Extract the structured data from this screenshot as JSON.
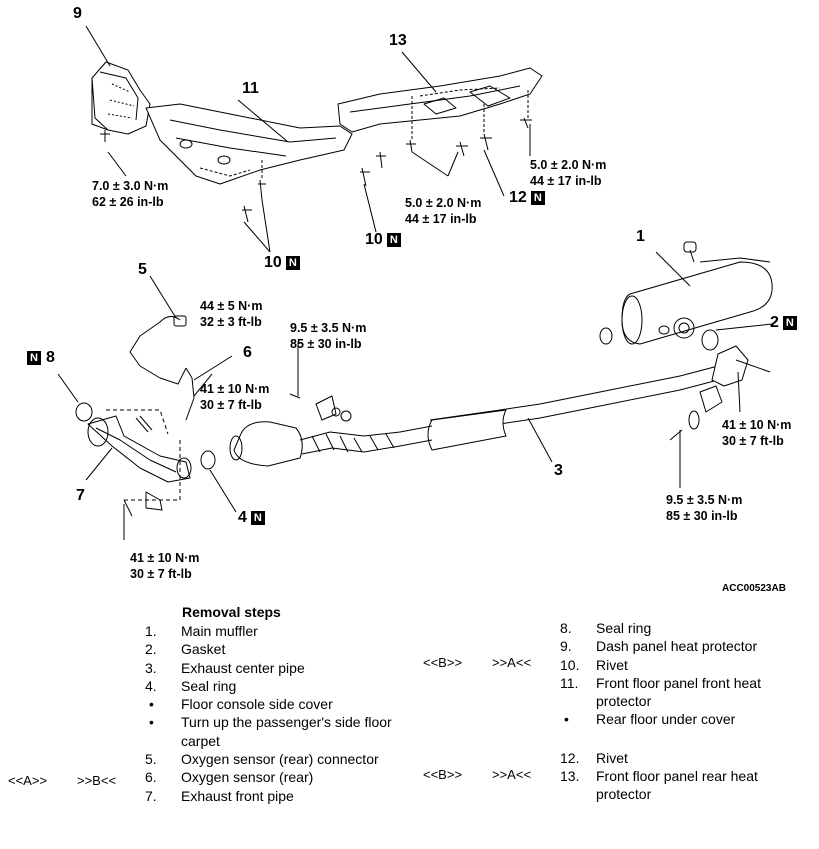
{
  "diagram_code": "ACC00523AB",
  "callouts": {
    "c1": "1",
    "c2": "2",
    "c3": "3",
    "c4": "4",
    "c5": "5",
    "c6": "6",
    "c7": "7",
    "c8": "8",
    "c9": "9",
    "c10a": "10",
    "c10b": "10",
    "c11": "11",
    "c12": "12",
    "c13": "13",
    "n": "N"
  },
  "torques": {
    "t_9": [
      "7.0 ± 3.0 N·m",
      "62 ± 26 in-lb"
    ],
    "t_12a": [
      "5.0 ± 2.0 N·m",
      "44 ± 17 in-lb"
    ],
    "t_12b": [
      "5.0 ± 2.0 N·m",
      "44 ± 17 in-lb"
    ],
    "t_5": [
      "44 ± 5 N·m",
      "32 ± 3 ft-lb"
    ],
    "t_mid": [
      "9.5 ± 3.5 N·m",
      "85 ± 30 in-lb"
    ],
    "t_6": [
      "41 ± 10 N·m",
      "30 ± 7 ft-lb"
    ],
    "t_right": [
      "41 ± 10 N·m",
      "30 ± 7 ft-lb"
    ],
    "t_rb": [
      "9.5 ± 3.5 N·m",
      "85 ± 30 in-lb"
    ],
    "t_lb": [
      "41 ± 10 N·m",
      "30 ± 7 ft-lb"
    ]
  },
  "removal": {
    "heading": "Removal steps",
    "left_steps": [
      {
        "num": "1.",
        "text": "Main muffler"
      },
      {
        "num": "2.",
        "text": "Gasket"
      },
      {
        "num": "3.",
        "text": "Exhaust center pipe"
      },
      {
        "num": "4.",
        "text": "Seal ring"
      },
      {
        "num": "•",
        "text": "Floor console side cover"
      },
      {
        "num": "•",
        "text": "Turn up the passenger's side floor carpet"
      },
      {
        "num": "5.",
        "text": "Oxygen sensor (rear) connector"
      },
      {
        "num": "6.",
        "text": "Oxygen sensor (rear)"
      },
      {
        "num": "7.",
        "text": "Exhaust front pipe"
      }
    ],
    "right_steps": [
      {
        "num": "8.",
        "text": "Seal ring"
      },
      {
        "num": "9.",
        "text": "Dash panel heat protector"
      },
      {
        "num": "10.",
        "text": "Rivet"
      },
      {
        "num": "11.",
        "text": "Front floor panel front heat protector"
      },
      {
        "num": "•",
        "text": "Rear floor under cover"
      },
      {
        "num": "12.",
        "text": "Rivet"
      },
      {
        "num": "13.",
        "text": "Front floor panel rear heat protector"
      }
    ],
    "tags": {
      "a_rem": "<<A>>",
      "b_inst": ">>B<<",
      "b_rem_1": "<<B>>",
      "a_inst_1": ">>A<<",
      "b_rem_2": "<<B>>",
      "a_inst_2": ">>A<<"
    }
  }
}
